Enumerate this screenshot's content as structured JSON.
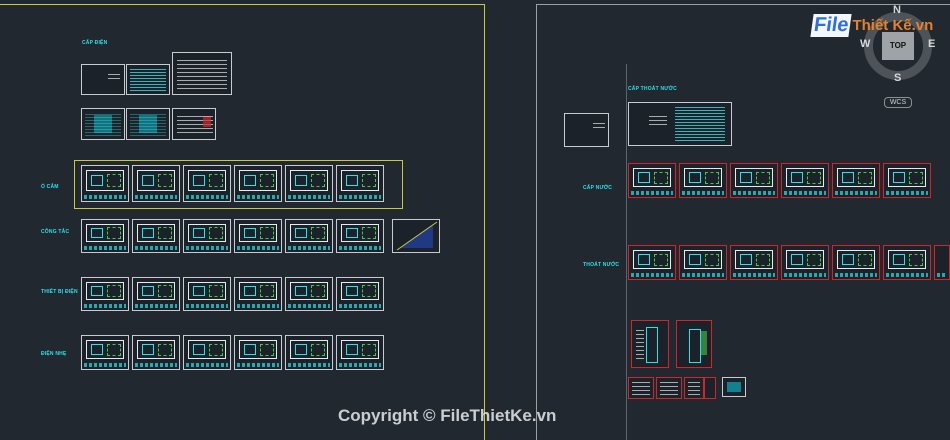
{
  "labels": {
    "left_top": "CẤP ĐIỆN",
    "row1": "Ổ CẮM",
    "row2": "CÔNG TẮC",
    "row3": "THIẾT BỊ ĐIỆN",
    "row4": "ĐIỆN NHẸ",
    "right_top": "CẤP THOÁT NƯỚC",
    "right_row1": "CẤP NƯỚC",
    "right_row2": "THOÁT NƯỚC"
  },
  "viewcube": {
    "top_label": "TOP",
    "north": "N",
    "south": "S",
    "west": "W",
    "east": "E",
    "wcs": "WCS"
  },
  "watermark": {
    "brand_file": "File",
    "brand_rest": "Thiết Kế.vn",
    "copyright": "Copyright © FileThietKe.vn"
  },
  "colors": {
    "background": "#212830",
    "accent_cyan": "#2fe0e8",
    "frame_yellow": "#c9c93a",
    "sheet_red": "#d0262a"
  }
}
